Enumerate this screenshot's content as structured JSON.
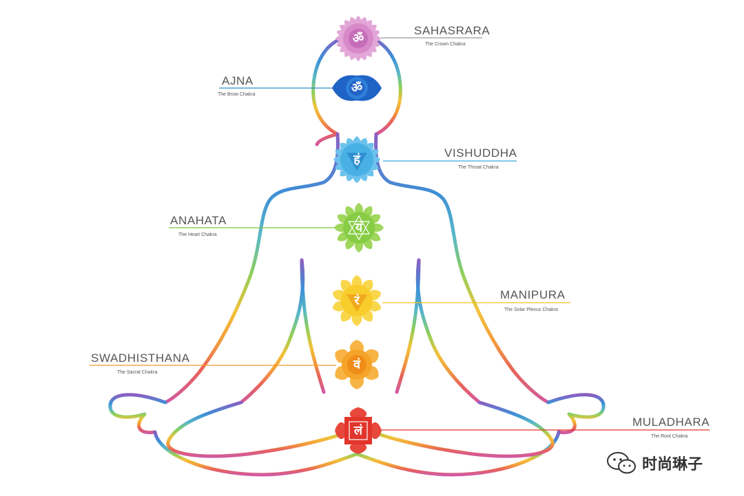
{
  "chakras": [
    {
      "key": "sahasrara",
      "name": "SAHASRARA",
      "subtitle": "The Crown Chakra",
      "color": "#d07fc6",
      "line": "#8a8a8a",
      "seed": "ॐ"
    },
    {
      "key": "ajna",
      "name": "AJNA",
      "subtitle": "The Brow Chakra",
      "color": "#1f63c6",
      "line": "#2f8ec8",
      "seed": "ॐ"
    },
    {
      "key": "vishuddha",
      "name": "VISHUDDHA",
      "subtitle": "The Throat Chakra",
      "color": "#3aa3dd",
      "line": "#3aa3dd",
      "seed": "हं"
    },
    {
      "key": "anahata",
      "name": "ANAHATA",
      "subtitle": "The Heart Chakra",
      "color": "#7cc43c",
      "line": "#7cc43c",
      "seed": "यं"
    },
    {
      "key": "manipura",
      "name": "MANIPURA",
      "subtitle": "The Solar Plexus Chakra",
      "color": "#f5c21b",
      "line": "#f5c21b",
      "seed": "रं"
    },
    {
      "key": "swadhisthana",
      "name": "SWADHISTHANA",
      "subtitle": "The Sacral Chakra",
      "color": "#f39a1f",
      "line": "#f39a1f",
      "seed": "वं"
    },
    {
      "key": "muladhara",
      "name": "MULADHARA",
      "subtitle": "The Root Chakra",
      "color": "#e2352b",
      "line": "#e2352b",
      "seed": "लं"
    }
  ],
  "body_gradient": [
    "#8a5fc2",
    "#3d8fd6",
    "#5ab8c8",
    "#8fcf5a",
    "#f2c23a",
    "#f29a3c",
    "#e8635a",
    "#d15aa0"
  ],
  "watermark": {
    "text": "时尚琳子"
  }
}
